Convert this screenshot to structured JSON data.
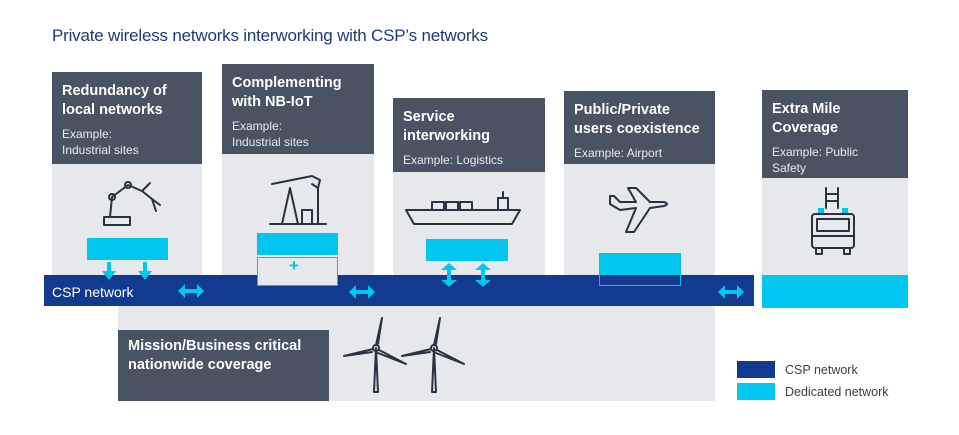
{
  "title": "Private wireless networks interworking with CSP’s networks",
  "colors": {
    "csp": "#123a8e",
    "dedicated": "#00c6f0",
    "header": "#4a5361",
    "panel": "#e6e8ec",
    "title": "#1f3a78"
  },
  "cards": [
    {
      "heading_1": "Redundancy of",
      "heading_2": "local networks",
      "example_1": "Example:",
      "example_2": "Industrial sites",
      "icon": "robot-arm-icon"
    },
    {
      "heading_1": "Complementing",
      "heading_2": "with NB-IoT",
      "example_1": "Example:",
      "example_2": "Industrial sites",
      "icon": "oil-pump-icon"
    },
    {
      "heading_1": "Service",
      "heading_2": "interworking",
      "example_1": "Example: Logistics",
      "icon": "cargo-ship-icon"
    },
    {
      "heading_1": "Public/Private",
      "heading_2": "users coexistence",
      "example_1": "Example: Airport",
      "icon": "airplane-icon"
    },
    {
      "heading_1": "Extra Mile",
      "heading_2": "Coverage",
      "example_1": "Example: Public",
      "example_2": "Safety",
      "icon": "fire-truck-icon"
    }
  ],
  "band_label": "CSP network",
  "bottom": {
    "heading_1": "Mission/Business critical",
    "heading_2": "nationwide coverage",
    "icon": "wind-turbine-icon"
  },
  "legend": [
    {
      "label": "CSP network",
      "color": "#123a8e"
    },
    {
      "label": "Dedicated network",
      "color": "#00c6f0"
    }
  ],
  "plus_symbol": "+"
}
